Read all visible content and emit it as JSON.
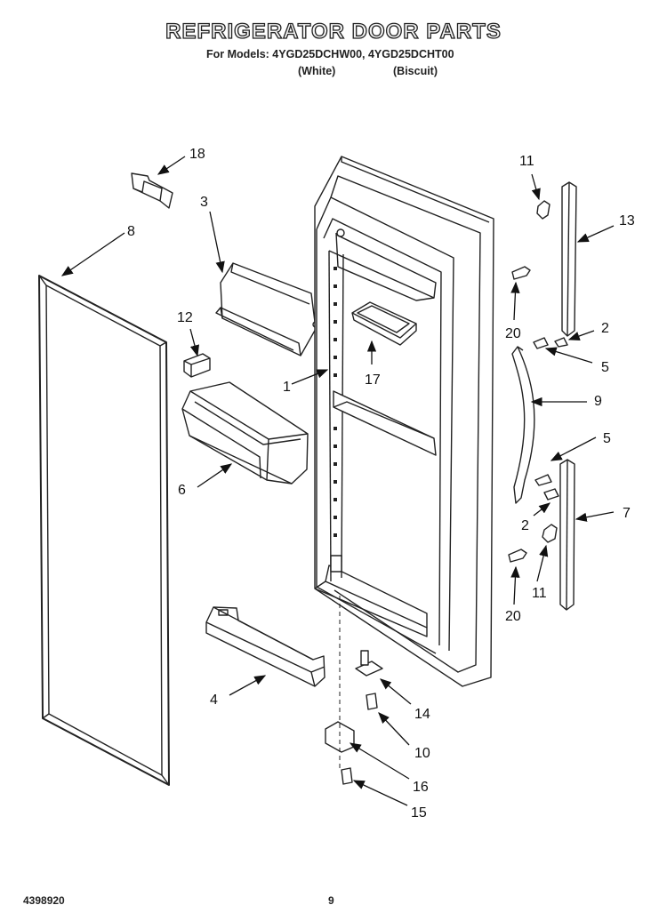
{
  "header": {
    "title": "REFRIGERATOR DOOR PARTS",
    "models_line": "For Models: 4YGD25DCHW00, 4YGD25DCHT00",
    "variant_white": "(White)",
    "variant_biscuit": "(Biscuit)"
  },
  "callouts": {
    "c1": "1",
    "c2a": "2",
    "c2b": "2",
    "c3": "3",
    "c4": "4",
    "c5a": "5",
    "c5b": "5",
    "c6": "6",
    "c7": "7",
    "c8": "8",
    "c9": "9",
    "c10": "10",
    "c11a": "11",
    "c11b": "11",
    "c12": "12",
    "c13": "13",
    "c14": "14",
    "c15": "15",
    "c16": "16",
    "c17": "17",
    "c18": "18",
    "c20a": "20",
    "c20b": "20"
  },
  "footer": {
    "doc_number": "4398920",
    "page_number": "9"
  }
}
